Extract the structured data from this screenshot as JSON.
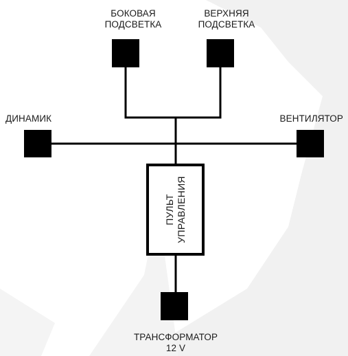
{
  "colors": {
    "background": "#ffffff",
    "watermark": "#f0f0f0",
    "line": "#000000",
    "node": "#000000",
    "text": "#1a1a1a"
  },
  "nodes": {
    "side_lighting": {
      "line1": "БОКОВАЯ",
      "line2": "ПОДСВЕТКА"
    },
    "top_lighting": {
      "line1": "ВЕРХНЯЯ",
      "line2": "ПОДСВЕТКА"
    },
    "speaker": {
      "label": "ДИНАМИК"
    },
    "fan": {
      "label": "ВЕНТИЛЯТОР"
    },
    "control_panel": {
      "line1": "ПУЛЬТ",
      "line2": "УПРАВЛЕНИЯ"
    },
    "transformer": {
      "line1": "ТРАНСФОРМАТОР",
      "line2": "12 V"
    }
  }
}
